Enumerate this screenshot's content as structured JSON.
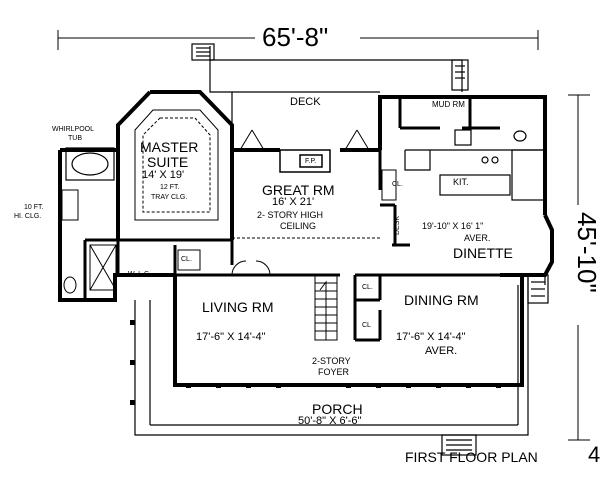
{
  "dimensions": {
    "width": "65'-8\"",
    "depth": "45'-10\""
  },
  "title": "FIRST FLOOR PLAN",
  "page_mark": "4",
  "rooms": {
    "deck": "DECK",
    "mud_rm": "MUD RM",
    "whirlpool": "WHIRLPOOL",
    "tub": "TUB",
    "master_suite": "MASTER",
    "master_suite2": "SUITE",
    "master_size": "14' X 19'",
    "tray1": "12 FT.",
    "tray2": "TRAY CLG.",
    "hi_clg1": "10 FT.",
    "hi_clg2": "HI. CLG.",
    "fp": "F.P.",
    "great_rm": "GREAT RM",
    "great_size": "16' X 21'",
    "story1": "2- STORY HIGH",
    "story2": "CEILING",
    "cl1": "CL.",
    "kit": "KIT.",
    "desk": "DESK",
    "dinette_size": "19'-10\" X 16' 1\"",
    "aver1": "AVER.",
    "dinette": "DINETTE",
    "wic": "W. I. C.",
    "cl2": "CL.",
    "cl3": "CL.",
    "cl4": "CL",
    "living": "LIVING  RM",
    "living_size": "17'-6\" X 14'-4\"",
    "dining": "DINING RM",
    "dining_size": "17'-6\" X 14'-4\"",
    "aver2": "AVER.",
    "foyer1": "2-STORY",
    "foyer2": "FOYER",
    "porch": "PORCH",
    "porch_size": "50'-8\" X 6'-6\""
  }
}
